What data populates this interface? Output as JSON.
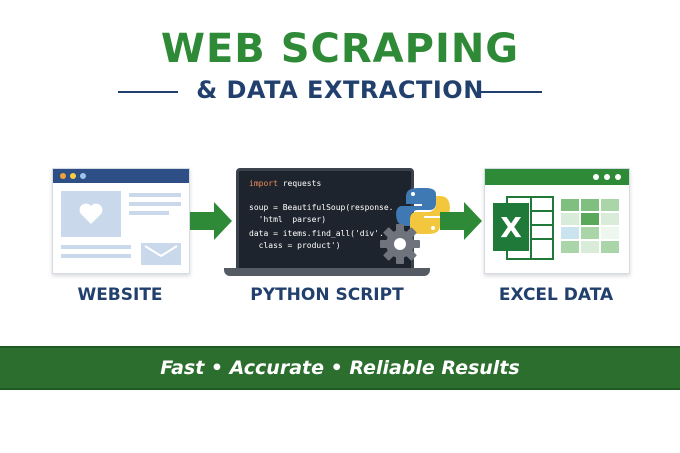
{
  "header": {
    "title": "WEB SCRAPING",
    "subtitle": "& DATA EXTRACTION"
  },
  "steps": [
    {
      "label": "WEBSITE",
      "icon": "webpage-icon"
    },
    {
      "label": "PYTHON SCRIPT",
      "icon": "laptop-code-icon"
    },
    {
      "label": "EXCEL DATA",
      "icon": "excel-icon"
    }
  ],
  "code_lines": [
    {
      "kw": "import",
      "rest": " requests"
    },
    {
      "kw": "",
      "rest": "soup = BeautifulSoup(response."
    },
    {
      "kw": "",
      "rest": "  'html  parser)"
    },
    {
      "kw": "",
      "rest": "data = items.find_all('div'."
    },
    {
      "kw": "",
      "rest": "  class = product')"
    }
  ],
  "excel_letter": "X",
  "banner": "Fast • Accurate • Reliable Results",
  "colors": {
    "green": "#2e8a36",
    "navy": "#22406e",
    "banner": "#2c6e2e",
    "python_blue": "#3f79b3",
    "python_yellow": "#f2c73d"
  }
}
